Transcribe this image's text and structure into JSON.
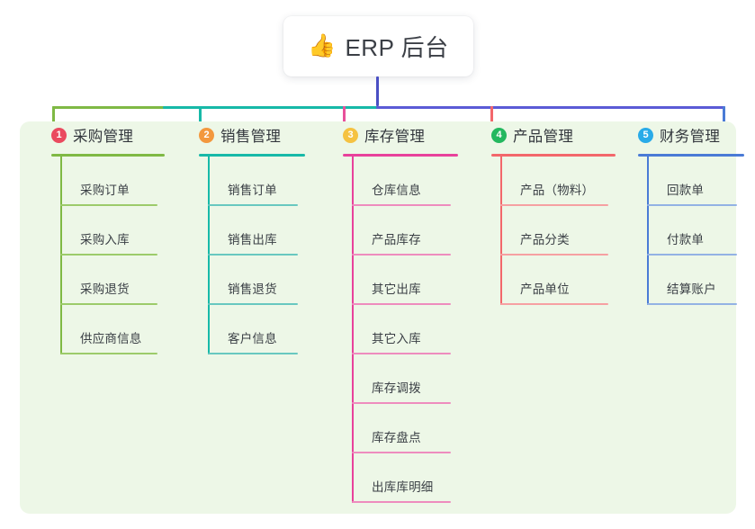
{
  "diagram": {
    "type": "mindmap",
    "root": {
      "icon": "thumbs-up-icon",
      "emoji": "👍",
      "title": "ERP 后台"
    },
    "panel_background": "#EDF7E7",
    "connector_colors": {
      "segment_green": "#7FB944",
      "segment_teal": "#17B9A8",
      "segment_blue": "#5B5BD6",
      "root_stem": "#4A4FC4",
      "drop_1": "#7FB944",
      "drop_2": "#17B9A8",
      "drop_3": "#E8519B",
      "drop_4": "#F3676B",
      "drop_5": "#4A7BD6"
    },
    "branches": [
      {
        "number": "1",
        "badge_color": "#EA4A5F",
        "line_color": "#7FB944",
        "item_line_color": "#9CCB6A",
        "title": "采购管理",
        "items": [
          "采购订单",
          "采购入库",
          "采购退货",
          "供应商信息"
        ]
      },
      {
        "number": "2",
        "badge_color": "#F3983E",
        "line_color": "#17B9A8",
        "item_line_color": "#68C8C0",
        "title": "销售管理",
        "items": [
          "销售订单",
          "销售出库",
          "销售退货",
          "客户信息"
        ]
      },
      {
        "number": "3",
        "badge_color": "#F5C242",
        "line_color": "#E8419B",
        "item_line_color": "#EE8CBE",
        "title": "库存管理",
        "items": [
          "仓库信息",
          "产品库存",
          "其它出库",
          "其它入库",
          "库存调拨",
          "库存盘点",
          "出库库明细"
        ]
      },
      {
        "number": "4",
        "badge_color": "#24B85F",
        "line_color": "#F3676B",
        "item_line_color": "#F6A0A2",
        "title": "产品管理",
        "items": [
          "产品（物料）",
          "产品分类",
          "产品单位"
        ]
      },
      {
        "number": "5",
        "badge_color": "#29ABE8",
        "line_color": "#4A7BD6",
        "item_line_color": "#93B2E4",
        "title": "财务管理",
        "items": [
          "回款单",
          "付款单",
          "结算账户"
        ]
      }
    ]
  }
}
